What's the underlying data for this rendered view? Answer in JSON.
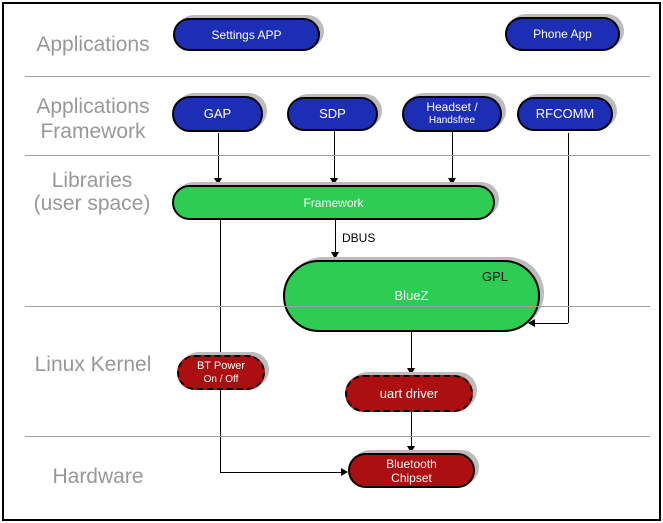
{
  "layers": [
    {
      "lines": [
        "Applications"
      ]
    },
    {
      "lines": [
        "Applications",
        "Framework"
      ]
    },
    {
      "lines": [
        "Libraries",
        "(user space)"
      ]
    },
    {
      "lines": [
        "Linux Kernel"
      ]
    },
    {
      "lines": [
        "Hardware"
      ]
    }
  ],
  "nodes": {
    "settings_app": {
      "label": "Settings APP"
    },
    "phone_app": {
      "label": "Phone App"
    },
    "gap": {
      "label": "GAP"
    },
    "sdp": {
      "label": "SDP"
    },
    "headset": {
      "line1": "Headset /",
      "line2": "Handsfree"
    },
    "rfcomm": {
      "label": "RFCOMM"
    },
    "framework": {
      "label": "Framework"
    },
    "bluez": {
      "label": "BlueZ",
      "badge": "GPL"
    },
    "bt_power": {
      "line1": "BT Power",
      "line2": "On / Off"
    },
    "uart_driver": {
      "label": "uart driver"
    },
    "bt_chipset": {
      "line1": "Bluetooth",
      "line2": "Chipset"
    }
  },
  "edges": {
    "dbus_label": "DBUS"
  },
  "colors": {
    "app_blue": "#1c2eb4",
    "lib_green": "#2ecc52",
    "kernel_red": "#ac0f0f",
    "label_gray": "#989898",
    "divider_gray": "#a0a0a0",
    "shadow_gray": "#bcbcbc"
  }
}
